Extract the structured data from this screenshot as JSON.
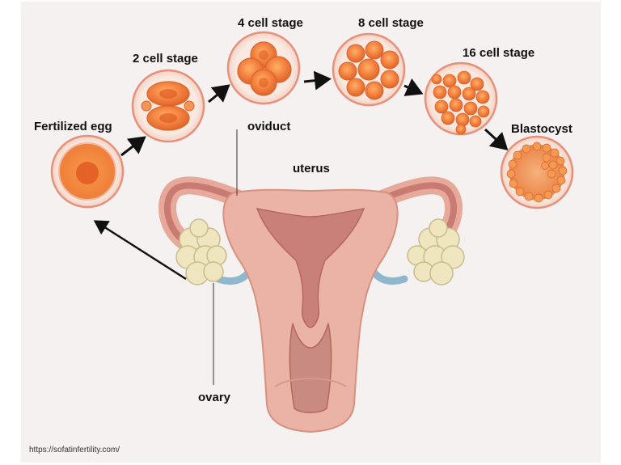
{
  "labels": {
    "fertilized_egg": "Fertilized egg",
    "two_cell": "2 cell stage",
    "four_cell": "4 cell stage",
    "eight_cell": "8 cell stage",
    "sixteen_cell": "16 cell stage",
    "blastocyst": "Blastocyst",
    "oviduct": "oviduct",
    "uterus": "uterus",
    "ovary": "ovary"
  },
  "source": "https://sofatinfertility.com/",
  "colors": {
    "background": "#f4f1f0",
    "cell_ring": "#e8907a",
    "cell_fill": "#f07a3a",
    "cell_highlight": "#ffb066",
    "uterus_outer": "#e9a99a",
    "uterus_inner": "#c97a72",
    "ovary": "#efe6c0",
    "ligament": "#8fb8cf",
    "arrow": "#111111"
  },
  "icons": [
    "fertilized-egg-icon",
    "two-cell-embryo-icon",
    "four-cell-embryo-icon",
    "eight-cell-embryo-icon",
    "sixteen-cell-embryo-icon",
    "blastocyst-icon",
    "uterus-illustration",
    "ovary-icon"
  ]
}
